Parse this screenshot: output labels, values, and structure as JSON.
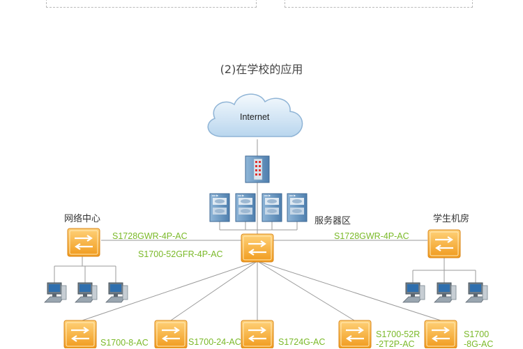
{
  "title": "(2)在学校的应用",
  "cloud": {
    "label": "Internet"
  },
  "zones": {
    "network_center": "网络中心",
    "server_area": "服务器区",
    "student_lab": "学生机房"
  },
  "switches": {
    "core": "S1700-52GFR-4P-AC",
    "left_agg": "S1728GWR-4P-AC",
    "right_agg": "S1728GWR-4P-AC",
    "access_1": "S1700-8-AC",
    "access_2": "S1700-24-AC",
    "access_3": "S1724G-AC",
    "access_4_line1": "S1700-52R",
    "access_4_line2": "-2T2P-AC",
    "access_5_line1": "S1700",
    "access_5_line2": "-8G-AC"
  },
  "colors": {
    "switch_orange": "#f4a52b",
    "label_green": "#7ab928",
    "cloud_blue": "#cfe3f3",
    "line_gray": "#9a9a9a"
  }
}
